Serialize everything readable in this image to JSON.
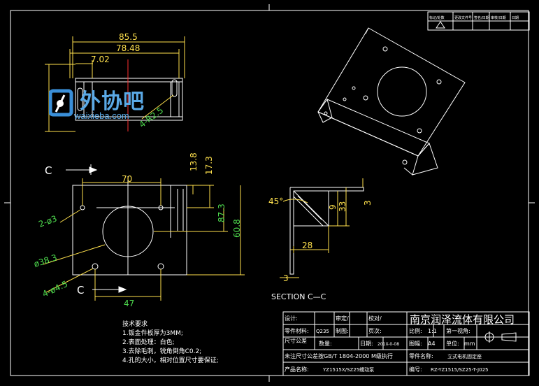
{
  "dimensions": {
    "d_855": "85.5",
    "d_7848": "78.48",
    "d_702": "7.02",
    "d_r25": "4-R2.5",
    "d_70": "70",
    "d_138": "13.8",
    "d_173": "17.3",
    "d_2phi3": "2-ø3",
    "d_873": "87.3",
    "d_608": "60.8",
    "d_phi383": "ø38.3",
    "d_4phi45": "4-ø4.5",
    "d_47": "47",
    "d_45deg": "45°",
    "d_9": "9",
    "d_33": "33",
    "d_3a": "3",
    "d_28": "28",
    "d_3b": "3"
  },
  "labels": {
    "c_top": "C",
    "c_bottom": "C",
    "section": "SECTION  C—C"
  },
  "watermark": {
    "cn": "外协吧",
    "en": "waixieba.com"
  },
  "notes": {
    "title": "技术要求",
    "items": [
      "1.钣金件板厚为3MM;",
      "2.表面处理：白色;",
      "3.去除毛刺，锐角倒角C0.2;",
      "4.孔的大小，相对位置尺寸要保证;"
    ]
  },
  "titleblock": {
    "design": "设计:",
    "check": "审定/",
    "proof": "校对/",
    "company": "南京润泽流体有限公司",
    "material_label": "零件材料:",
    "material": "Q235",
    "drawn": "制图:",
    "pages": "页次:",
    "scale_label": "比例:",
    "scale": "1:1",
    "view_label": "第一视角:",
    "tol_label": "尺寸公差",
    "qty_label": "数量:",
    "date_label": "日期:",
    "date": "201X-0-08",
    "sheet_label": "图幅:",
    "sheet": "A4",
    "unit_label": "单位:",
    "unit": "mm",
    "tol_note": "未注尺寸公差按GB/T 1804-2000 M级执行",
    "part_name_label": "零件名称:",
    "part_name": "立式电机固定座",
    "product_label": "产品名称:",
    "product": "YZ1515X/SZ25蠕动泵",
    "code_label": "编号:",
    "code": "RZ-YZ1515/SZ25-T-J025"
  },
  "revision": {
    "c1": "标记/处数",
    "c2": "更改文件号",
    "c3": "签名/日期",
    "c4": "审核/日期",
    "c5": "日期"
  }
}
